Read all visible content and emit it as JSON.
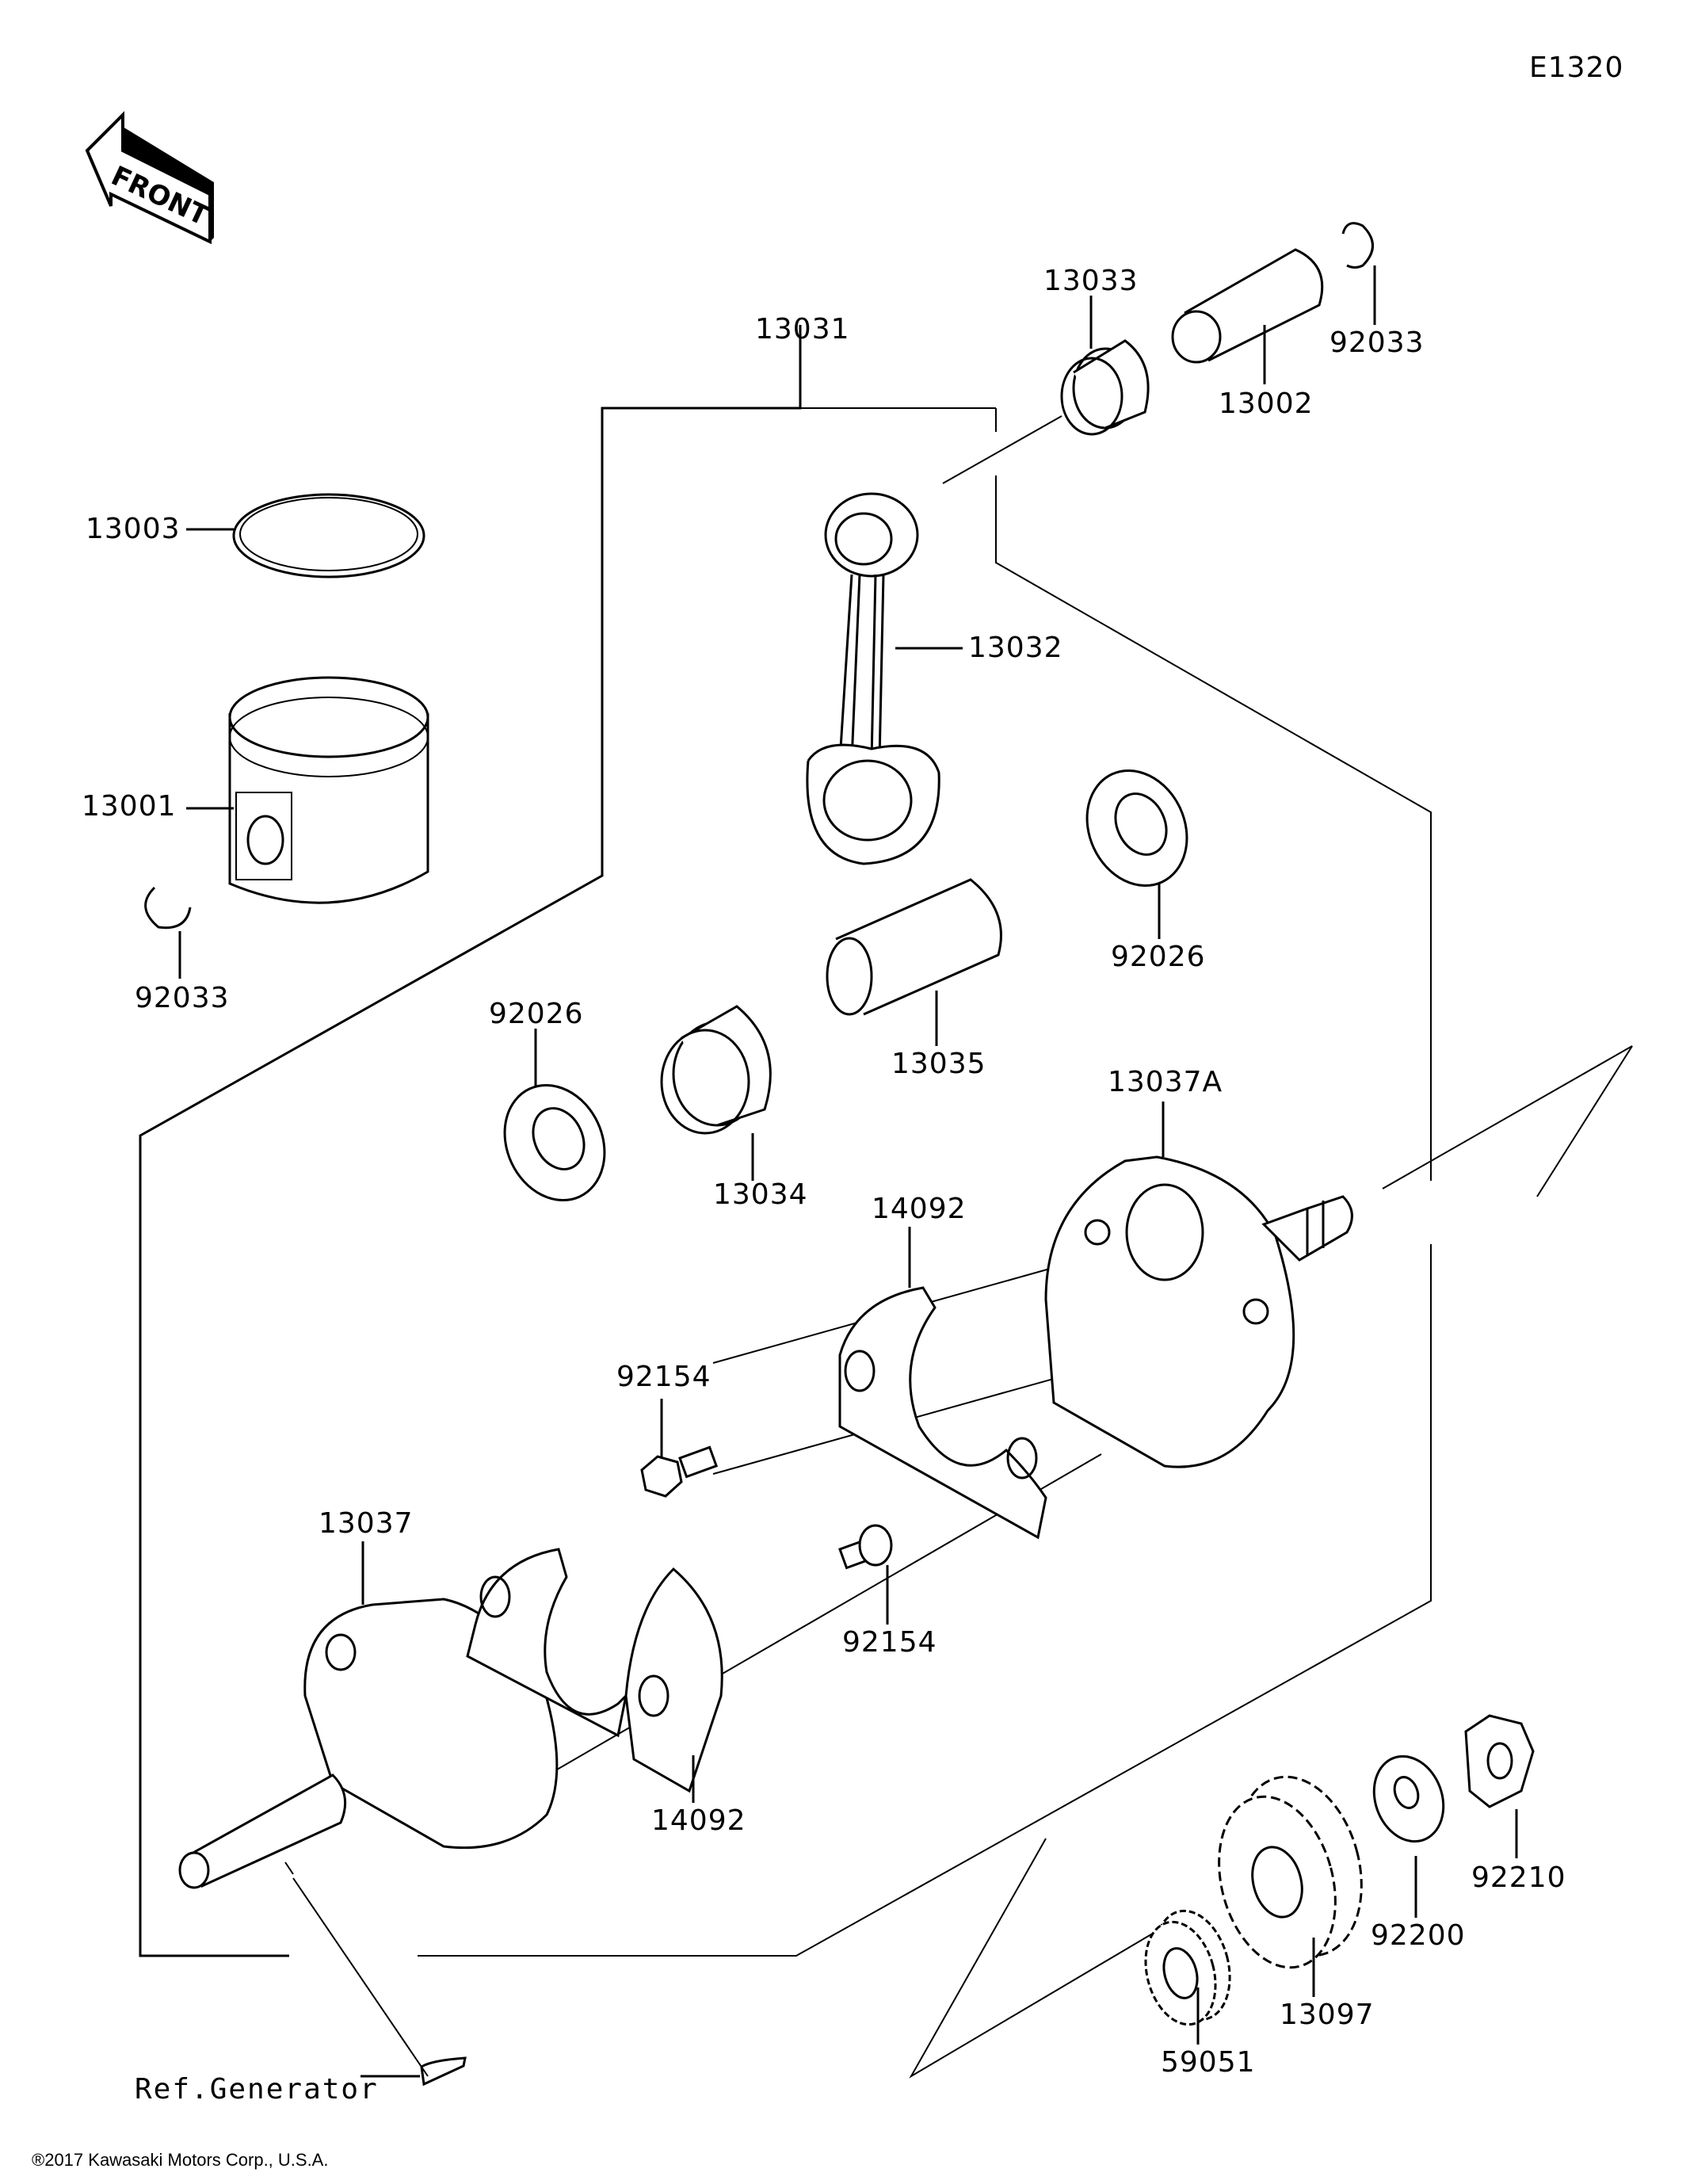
{
  "diagram": {
    "code": "E1320",
    "front_label": "FRONT",
    "copyright": "®2017 Kawasaki Motors Corp., U.S.A.",
    "ref_note": "Ref.Generator",
    "parts": [
      {
        "id": "13033",
        "name": "small-end-needle-bearing"
      },
      {
        "id": "13002",
        "name": "piston-pin"
      },
      {
        "id": "92033",
        "name": "piston-pin-circlip-upper"
      },
      {
        "id": "13031",
        "name": "crankshaft-assembly-group"
      },
      {
        "id": "13003",
        "name": "piston-ring"
      },
      {
        "id": "13032",
        "name": "connecting-rod"
      },
      {
        "id": "13001",
        "name": "piston"
      },
      {
        "id": "92033",
        "name": "piston-pin-circlip-lower"
      },
      {
        "id": "92026",
        "name": "thrust-washer-right"
      },
      {
        "id": "92026",
        "name": "thrust-washer-left"
      },
      {
        "id": "13035",
        "name": "crank-pin"
      },
      {
        "id": "13034",
        "name": "big-end-needle-bearing"
      },
      {
        "id": "13037A",
        "name": "crankshaft-half-right"
      },
      {
        "id": "14092",
        "name": "balance-weight-upper"
      },
      {
        "id": "92154",
        "name": "bolt-upper"
      },
      {
        "id": "13037",
        "name": "crankshaft-half-left"
      },
      {
        "id": "92154",
        "name": "bolt-lower"
      },
      {
        "id": "14092",
        "name": "balance-weight-lower"
      },
      {
        "id": "92210",
        "name": "nut"
      },
      {
        "id": "92200",
        "name": "washer"
      },
      {
        "id": "13097",
        "name": "primary-gear"
      },
      {
        "id": "59051",
        "name": "pump-drive-gear"
      }
    ]
  }
}
